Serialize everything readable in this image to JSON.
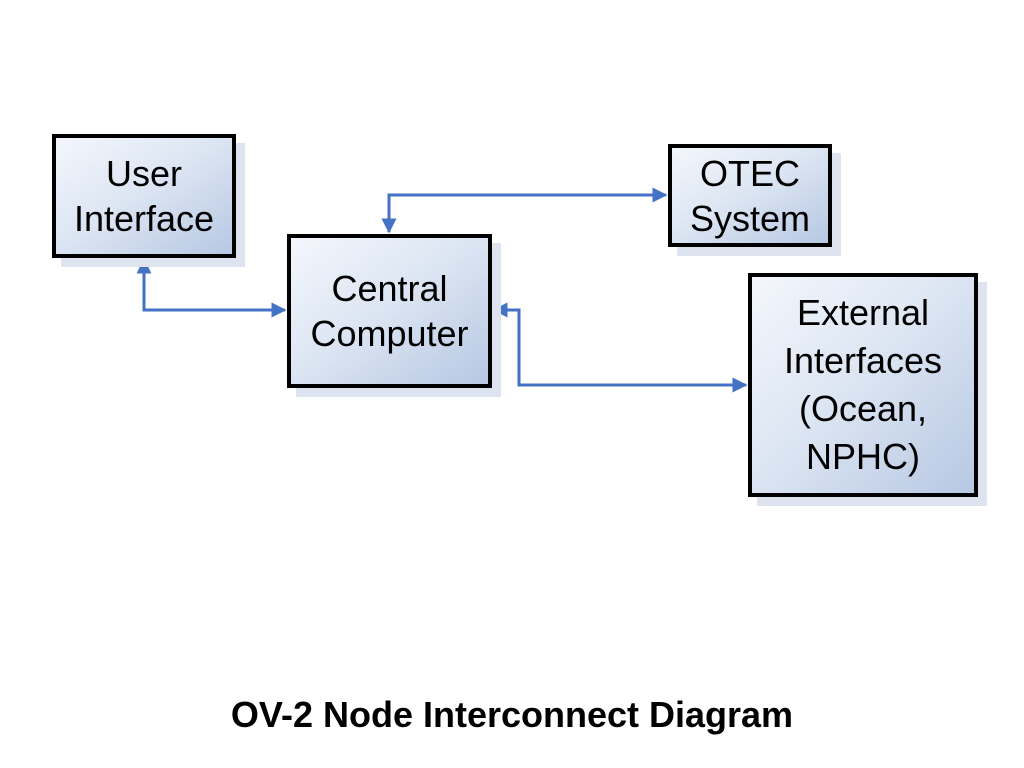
{
  "diagram": {
    "title": "OV-2 Node Interconnect Diagram",
    "connector_color": "#4472c4",
    "nodes": {
      "user_interface": {
        "label": "User\nInterface"
      },
      "central_computer": {
        "label": "Central\nComputer"
      },
      "otec_system": {
        "label": "OTEC\nSystem"
      },
      "external_interfaces": {
        "label": "External\nInterfaces\n(Ocean,\nNPHC)"
      }
    },
    "connections": [
      {
        "from": "central_computer",
        "to": "user_interface",
        "direction": "bidirectional"
      },
      {
        "from": "central_computer",
        "to": "otec_system",
        "direction": "bidirectional"
      },
      {
        "from": "central_computer",
        "to": "external_interfaces",
        "direction": "bidirectional"
      }
    ]
  }
}
